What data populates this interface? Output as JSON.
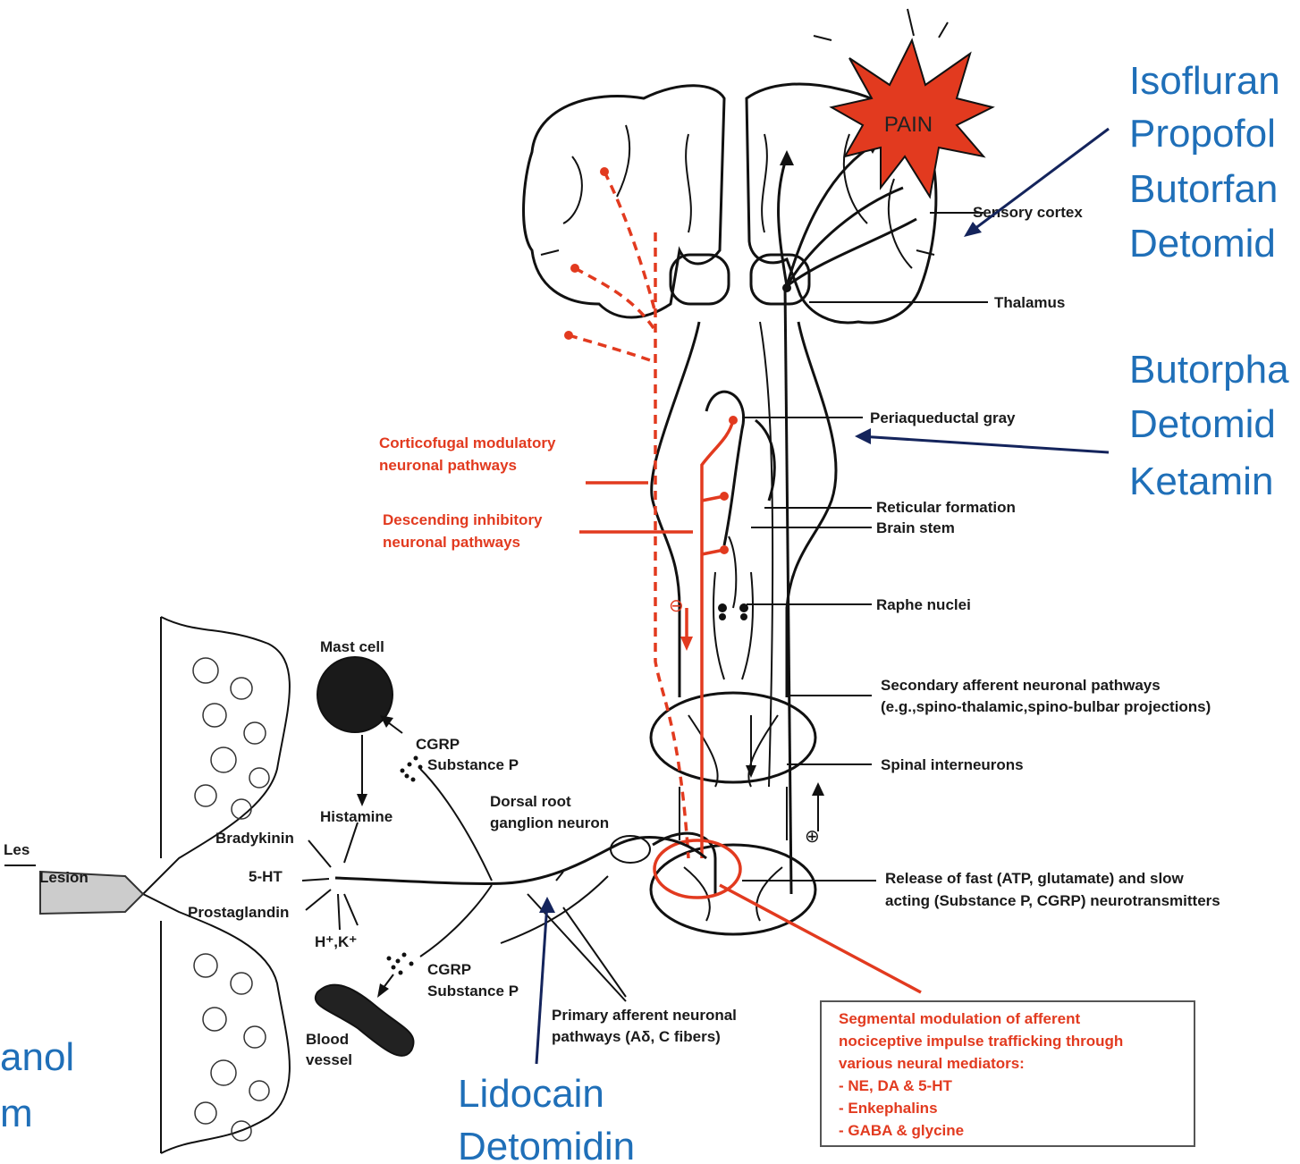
{
  "pain_label": "PAIN",
  "anatomy_labels": {
    "sensory_cortex": "Sensory cortex",
    "thalamus": "Thalamus",
    "periaqueductal_gray": "Periaqueductal gray",
    "reticular_formation": "Reticular formation",
    "brain_stem": "Brain stem",
    "raphe_nuclei": "Raphe nuclei",
    "secondary_afferent_1": "Secondary afferent neuronal pathways",
    "secondary_afferent_2": "(e.g.,spino-thalamic,spino-bulbar projections)",
    "spinal_interneurons": "Spinal interneurons",
    "release_1": "Release of fast (ATP, glutamate) and slow",
    "release_2": "acting (Substance P, CGRP) neurotransmitters",
    "mast_cell": "Mast cell",
    "cgrp_top": "CGRP",
    "substance_p_top": "Substance P",
    "histamine": "Histamine",
    "bradykinin": "Bradykinin",
    "five_ht": "5-HT",
    "prostaglandin": "Prostaglandin",
    "h_k": "H⁺,K⁺",
    "cgrp_bottom": "CGRP",
    "substance_p_bottom": "Substance P",
    "blood_vessel_1": "Blood",
    "blood_vessel_2": "vessel",
    "drg_1": "Dorsal root",
    "drg_2": "ganglion neuron",
    "primary_afferent_1": "Primary afferent neuronal",
    "primary_afferent_2": "pathways (Aδ, C fibers)",
    "lesion": "Lesion",
    "lesion_cut": "Les",
    "minus_sign": "⊖",
    "plus_sign": "⊕"
  },
  "red_labels": {
    "corticofugal_1": "Corticofugal modulatory",
    "corticofugal_2": "neuronal pathways",
    "descending_1": "Descending inhibitory",
    "descending_2": "neuronal pathways"
  },
  "segmental_box": {
    "lines": [
      "Segmental modulation of afferent",
      "nociceptive impulse trafficking through",
      "various neural mediators:",
      "- NE, DA & 5-HT",
      "- Enkephalins",
      "- GABA & glycine"
    ]
  },
  "drug_labels": {
    "cortex_drugs": [
      "Isofluran",
      "Propofol",
      "Butorfan",
      "Detomid"
    ],
    "brainstem_drugs": [
      "Butorpha",
      "Detomid",
      "Ketamin"
    ],
    "peripheral_drugs": [
      "Lidocain",
      "Detomidin"
    ],
    "left_cut_drugs": [
      "anol",
      "m"
    ]
  },
  "colors": {
    "drug_blue": "#1f6fb8",
    "pathway_red": "#e23a1f",
    "pointer_navy": "#14245c",
    "ink": "#111111"
  }
}
